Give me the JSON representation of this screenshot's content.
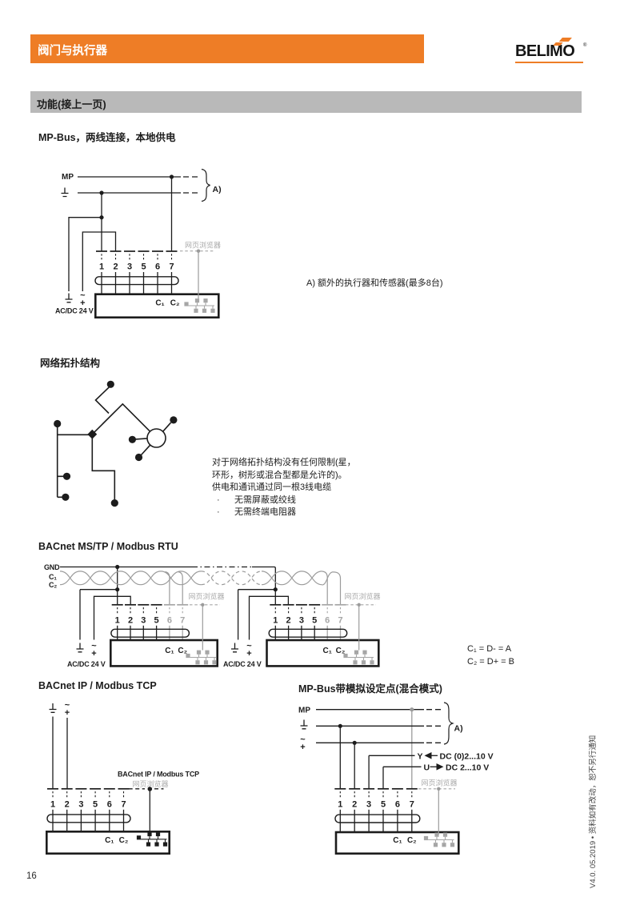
{
  "header": {
    "title": "阀门与执行器",
    "brand": "BELIMO",
    "reg": "®"
  },
  "function_bar": {
    "title": "功能(接上一页)"
  },
  "shared": {
    "terminals": [
      "1",
      "2",
      "3",
      "5",
      "6",
      "7"
    ],
    "c1": "C₁",
    "c2": "C₂",
    "browser": "网页浏览器",
    "supply": "AC/DC 24 V",
    "tilde": "~",
    "plus": "+",
    "mp": "MP"
  },
  "mp_bus": {
    "title": "MP-Bus，两线连接，本地供电",
    "a_label": "A)",
    "annotation": "A) 额外的执行器和传感器(最多8台)"
  },
  "topology": {
    "title": "网络拓扑结构",
    "lines": [
      "对于网络拓扑结构没有任何限制(星，",
      "环形，树形或混合型都是允许的)。",
      "供电和通讯通过同一根3线电缆"
    ],
    "bullet_char": "·",
    "bullets": [
      "无需屏蔽或绞线",
      "无需终端电阻器"
    ]
  },
  "mstp": {
    "title": "BACnet MS/TP / Modbus RTU",
    "gnd": "GND",
    "note1": "C₁ = D- = A",
    "note2": "C₂ = D+ = B"
  },
  "bip": {
    "title": "BACnet IP / Modbus TCP",
    "conn": "BACnet IP / Modbus TCP"
  },
  "hybrid": {
    "title": "MP-Bus带模拟设定点(混合模式)",
    "a_label": "A)",
    "y_label": "Y",
    "y_value": "DC (0)2...10 V",
    "u_label": "U",
    "u_value": "DC 2...10 V"
  },
  "footer": {
    "page": "16",
    "note": "V4.0. 05.2019 • 资料如有改动，恕不另行通知"
  }
}
